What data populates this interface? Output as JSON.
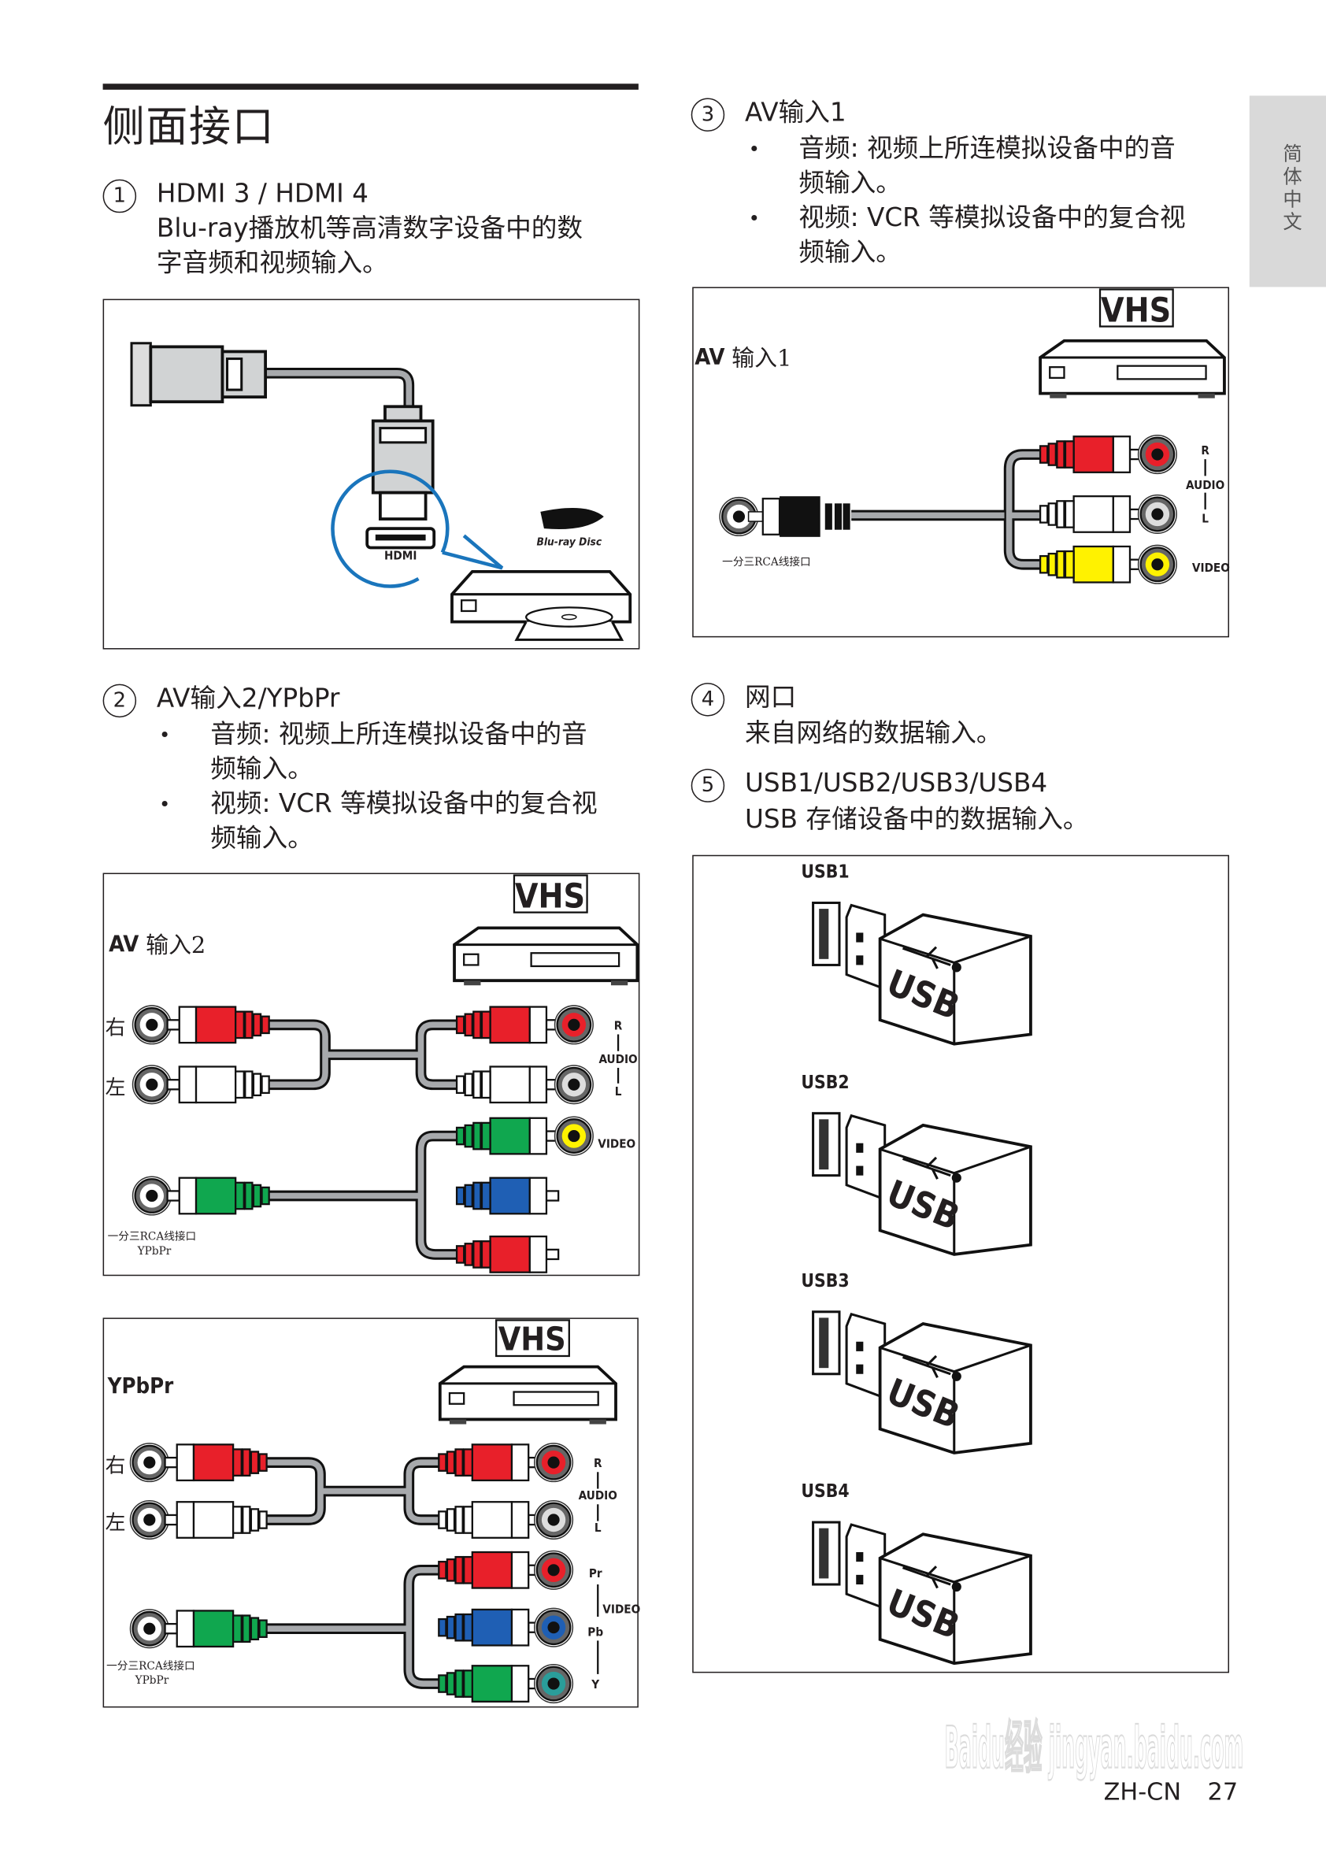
{
  "page": {
    "title": "侧面接口",
    "side_tab": "简体中文",
    "footer": {
      "locale": "ZH-CN",
      "page_number": "27"
    },
    "watermark": "Baidu经验 jingyan.baidu.com"
  },
  "sections": {
    "s1": {
      "number": "1",
      "heading": "HDMI 3 / HDMI 4",
      "lines": [
        "Blu-ray播放机等高清数字设备中的数",
        "字音频和视频输入。"
      ]
    },
    "s2": {
      "number": "2",
      "heading": "AV输入2/YPbPr",
      "bullets": [
        [
          "音频: 视频上所连模拟设备中的音",
          "频输入。"
        ],
        [
          "视频: VCR 等模拟设备中的复合视",
          "频输入。"
        ]
      ]
    },
    "s3": {
      "number": "3",
      "heading": "AV输入1",
      "bullets": [
        [
          "音频: 视频上所连模拟设备中的音",
          "频输入。"
        ],
        [
          "视频: VCR 等模拟设备中的复合视",
          "频输入。"
        ]
      ]
    },
    "s4": {
      "number": "4",
      "heading": "网口",
      "lines": [
        "来自网络的数据输入。"
      ]
    },
    "s5": {
      "number": "5",
      "heading": "USB1/USB2/USB3/USB4",
      "lines": [
        "USB 存储设备中的数据输入。"
      ]
    }
  },
  "diagrams": {
    "hdmi": {
      "port_label": "HDMI",
      "bluray_logo": "Blu-ray Disc"
    },
    "av1": {
      "title_bold": "AV",
      "title_rest": "输入1",
      "vhs": "VHS",
      "cable_label": "一分三RCA线接口",
      "labels": {
        "r": "R",
        "audio": "AUDIO",
        "l": "L",
        "video": "VIDEO"
      }
    },
    "av2": {
      "title_bold": "AV",
      "title_rest": "输入2",
      "vhs": "VHS",
      "right": "右",
      "left": "左",
      "cable_label": "一分三RCA线接口",
      "cable_sub": "YPbPr",
      "labels": {
        "r": "R",
        "audio": "AUDIO",
        "l": "L",
        "video": "VIDEO"
      }
    },
    "ypbpr": {
      "title": "YPbPr",
      "vhs": "VHS",
      "right": "右",
      "left": "左",
      "cable_label": "一分三RCA线接口",
      "cable_sub": "YPbPr",
      "labels": {
        "r": "R",
        "audio": "AUDIO",
        "l": "L",
        "pr": "Pr",
        "video": "VIDEO",
        "pb": "Pb",
        "y": "Y"
      }
    },
    "usb": {
      "ports": [
        "USB1",
        "USB2",
        "USB3",
        "USB4"
      ],
      "stick_text": "USB"
    }
  },
  "colors": {
    "red": "#e8202a",
    "white": "#ffffff",
    "yellow": "#fff200",
    "green": "#10a74f",
    "blue": "#1f5fb4",
    "cable": "#a7a9ac",
    "hdmi_blue": "#1a75bc",
    "tab": "#d9d9d9"
  }
}
